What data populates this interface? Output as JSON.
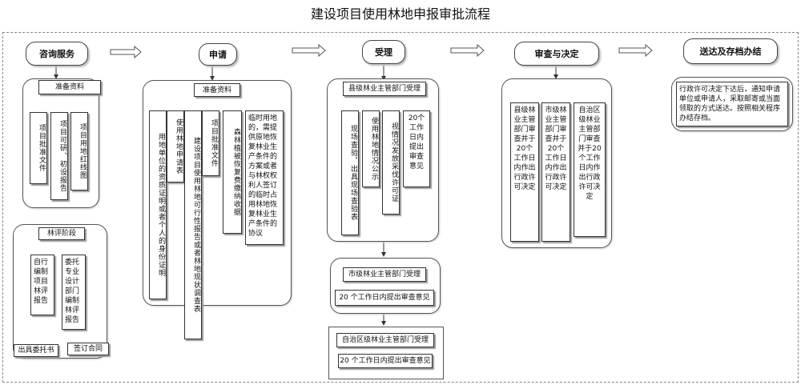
{
  "title": "建设项目使用林地申报审批流程",
  "stages": {
    "consult": "咨询服务",
    "apply": "申请",
    "accept": "受理",
    "review": "审查与决定",
    "deliver": "送达及存档办结"
  },
  "consult": {
    "prep_title": "准备资料",
    "prep_items": [
      "项目批准文件",
      "项目可研、初设报告",
      "项目用地红线图"
    ],
    "assess_title": "林评阶段",
    "assess_items": [
      "自行编制项目林评报告",
      "委托专业设计部门编制林评报告"
    ],
    "assess_subitems": [
      "出具委托书",
      "签订合同"
    ]
  },
  "apply": {
    "prep_title": "准备资料",
    "items": [
      "用地单位的资质证明或者个人的身份证明",
      "使用林地申请表",
      "建设项目使用林地可行性报告或者林地现状调查表",
      "项目批准文件",
      "森林植被恢复费缴纳收据"
    ],
    "temp_note": "临时用地的，需提供原地恢复林业生产条件的方案或者与林权权利人签订的临时占用林地恢复林业生产条件的协议"
  },
  "accept": {
    "county_title": "县级林业主管部门受理",
    "county_items": [
      "现场查验，出具现场查验表",
      "使用林地情况公示",
      "视情况发放采伐许可证",
      "20个工作日内提出审查意见"
    ],
    "city_title": "市级林业主管部门受理",
    "city_note": "20 个工作日内提出审查意见",
    "region_title": "自治区级林业主管部门受理",
    "region_note": "20 个工作日内提出审查意见"
  },
  "review": {
    "items": [
      "县级林业主管部门审查并于20个工作日内作出行政许可决定",
      "市级林业主管部门审查并于20个工作日内作出行政许可决定",
      "自治区级林业主管部门审查并于20个工作日内作出行政许可决定"
    ]
  },
  "deliver": {
    "note": "行政许可决定下达后，通知申请单位或申请人，采取邮寄或当面领取的方式送达。按照相关程序办结存档。"
  }
}
